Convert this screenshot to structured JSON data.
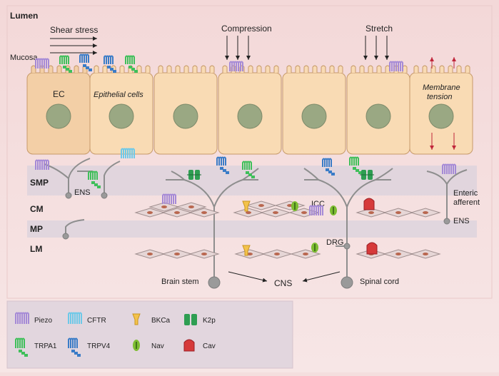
{
  "labels": {
    "lumen": "Lumen",
    "shear": "Shear stress",
    "compression": "Compression",
    "stretch": "Stretch",
    "mucosa": "Mucosa",
    "ec": "EC",
    "epithelial": "Epithelial cells",
    "membrane1": "Membrane",
    "membrane2": "tension",
    "smp": "SMP",
    "cm": "CM",
    "mp": "MP",
    "lm": "LM",
    "ens_left": "ENS",
    "icc": "ICC",
    "drg": "DRG",
    "enteric1": "Enteric",
    "enteric2": "afferent",
    "ens_right": "ENS",
    "brainstem": "Brain stem",
    "cns": "CNS",
    "spinal": "Spinal cord"
  },
  "legend": [
    {
      "key": "piezo",
      "label": "Piezo",
      "color": "#a58ad6"
    },
    {
      "key": "cftr",
      "label": "CFTR",
      "color": "#6ec9e8"
    },
    {
      "key": "bkca",
      "label": "BKCa",
      "color": "#f3c24b"
    },
    {
      "key": "k2p",
      "label": "K2p",
      "color": "#2e9e52"
    },
    {
      "key": "trpa1",
      "label": "TRPA1",
      "color": "#3fbf5a"
    },
    {
      "key": "trpv4",
      "label": "TRPV4",
      "color": "#3a7cc7"
    },
    {
      "key": "nav",
      "label": "Nav",
      "color": "#7dbd32"
    },
    {
      "key": "cav",
      "label": "Cav",
      "color": "#d63a3a"
    }
  ],
  "colors": {
    "cell": "#f9dbb4",
    "cell_stroke": "#c79a6a",
    "nucleus": "#9aa883",
    "layer_band": "#dcd2dc",
    "neuron": "#8e8e8e",
    "smooth_muscle": "#e6d6d6",
    "arrow_red": "#c0263a"
  }
}
